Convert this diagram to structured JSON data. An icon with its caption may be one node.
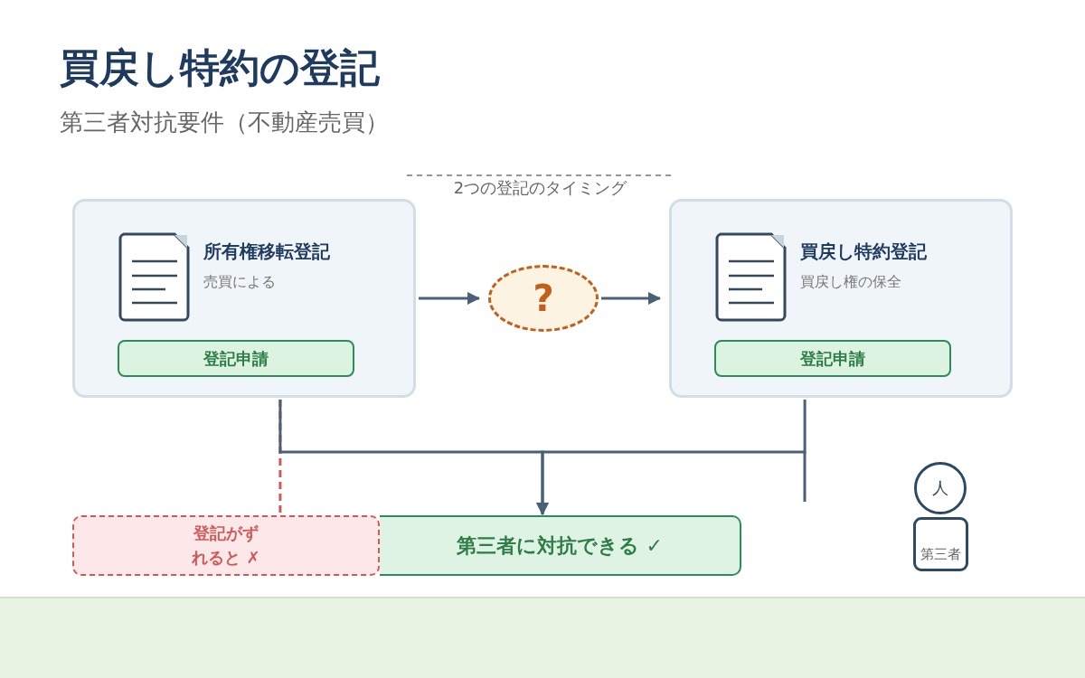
{
  "diagram": {
    "title": "買戻し特約の登記",
    "nodes": [
      {
        "text": [
          "所有権移転登記",
          "売買による"
        ]
      },
      {
        "text": [
          "登記申請"
        ],
        "in": 0
      },
      {
        "text": [
          "?"
        ]
      },
      {
        "text": [
          "買戻し特約登記",
          "買戻し権の保全"
        ]
      },
      {
        "text": [
          "登記申請"
        ],
        "in": 3
      },
      {
        "text": [
          "第三者に対抗できる ✓"
        ]
      },
      {
        "text": [
          "登記がずれると ✗"
        ]
      },
      {
        "text": [
          "人"
        ]
      },
      {
        "text": [
          "第三者"
        ]
      }
    ],
    "edges": [
      {
        "from": 0,
        "to": 2,
        "arrow": "to"
      },
      {
        "from": 2,
        "to": 3,
        "arrow": "to"
      },
      {
        "from": 0,
        "to": 5,
        "arrow": "to"
      },
      {
        "from": 3,
        "to": 5,
        "arrow": "to"
      },
      {
        "from": 0,
        "to": 6,
        "arrow": "none",
        "style": "dashed",
        "color": "#d05a5a"
      }
    ],
    "labels": [
      "第三者対抗要件（不動産売買）",
      "2つの登記のタイミング"
    ]
  }
}
